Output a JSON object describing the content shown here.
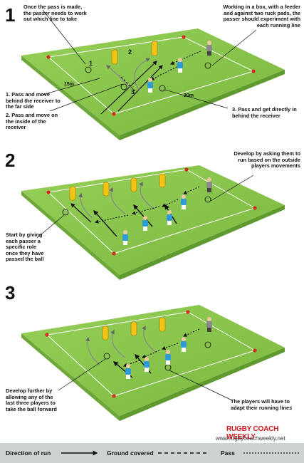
{
  "panels": [
    {
      "number": "1",
      "notes": {
        "top_left": "Once the pass is made, the passer needs to work out which line to take",
        "top_right": "Working in a box, with a feeder and against two ruck pads, the passer should experiment with each running line",
        "bottom_left_1": "1. Pass and move behind the receiver to the far side",
        "bottom_left_2": "2. Pass and move on the inside of the receiver",
        "bottom_right": "3. Pass and get directly in behind the receiver"
      },
      "dimensions": {
        "width": "20m",
        "depth": "15m"
      },
      "line_labels": [
        "1",
        "2",
        "3"
      ]
    },
    {
      "number": "2",
      "notes": {
        "top_right": "Develop by asking them to run based on the outside players movements",
        "left": "Start by giving each passer a specific role once they have passed the ball"
      }
    },
    {
      "number": "3",
      "notes": {
        "left": "Develop further by allowing any of the last three players to take the ball forward",
        "right": "The players will have to adapt their running lines"
      }
    }
  ],
  "branding": {
    "name": "RUGBY COACH WEEKLY",
    "url": "www.rugbycoachweekly.net"
  },
  "legend": {
    "direction_of_run": "Direction of run",
    "ground_covered": "Ground covered",
    "pass": "Pass"
  },
  "colors": {
    "field": "#86c24a",
    "field_edge": "#5f9a2e",
    "pad_yellow": "#f2c418",
    "player_blue": "#2e9bd8",
    "cone_red": "#d62a1f",
    "brand_red": "#d0161c"
  }
}
